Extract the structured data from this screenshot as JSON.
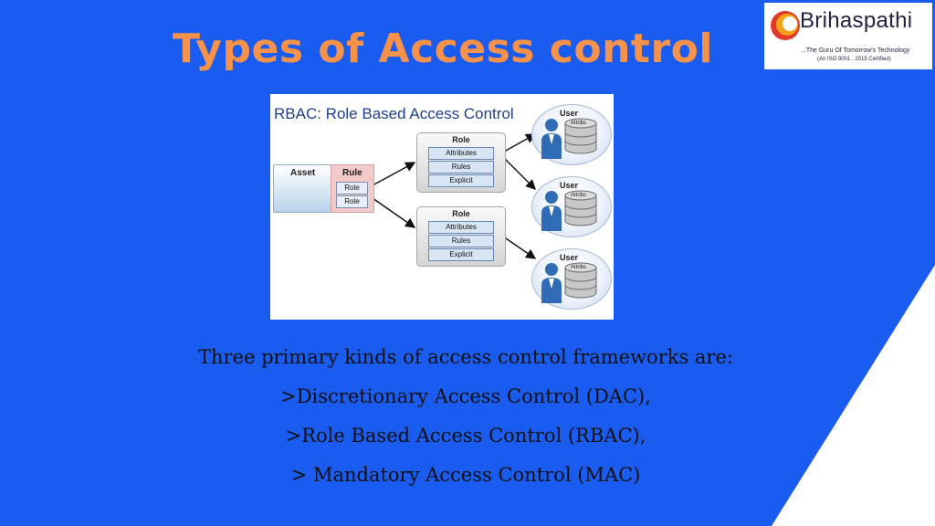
{
  "slide": {
    "title": "Types of Access control",
    "colors": {
      "background": "#1a5cf0",
      "title": "#f7924a",
      "accent_wedge": "#ffffff"
    }
  },
  "logo": {
    "name": "Brihaspathi",
    "tagline": "...The Guru Of Tomorrow's Technology",
    "certification": "(An ISO 9001 : 2015 Certified)",
    "colors": {
      "ring_outer": "#e23a2a",
      "ring_inner": "#f7a21b"
    }
  },
  "diagram": {
    "title": "RBAC: Role Based Access Control",
    "asset": {
      "label": "Asset"
    },
    "rule": {
      "label": "Rule",
      "roles": [
        "Role",
        "Role"
      ]
    },
    "role_groups": [
      {
        "label": "Role",
        "rows": [
          "Attributes",
          "Rules",
          "Explicit"
        ]
      },
      {
        "label": "Role",
        "rows": [
          "Attributes",
          "Rules",
          "Explicit"
        ]
      }
    ],
    "users": [
      {
        "label": "User",
        "db_label": "Attribs"
      },
      {
        "label": "User",
        "db_label": "Attribs"
      },
      {
        "label": "User",
        "db_label": "Attribs"
      }
    ]
  },
  "body": {
    "lines": [
      "Three primary kinds of access control frameworks are:",
      ">Discretionary Access Control (DAC),",
      ">Role Based Access Control (RBAC),",
      "> Mandatory Access Control (MAC)"
    ]
  }
}
